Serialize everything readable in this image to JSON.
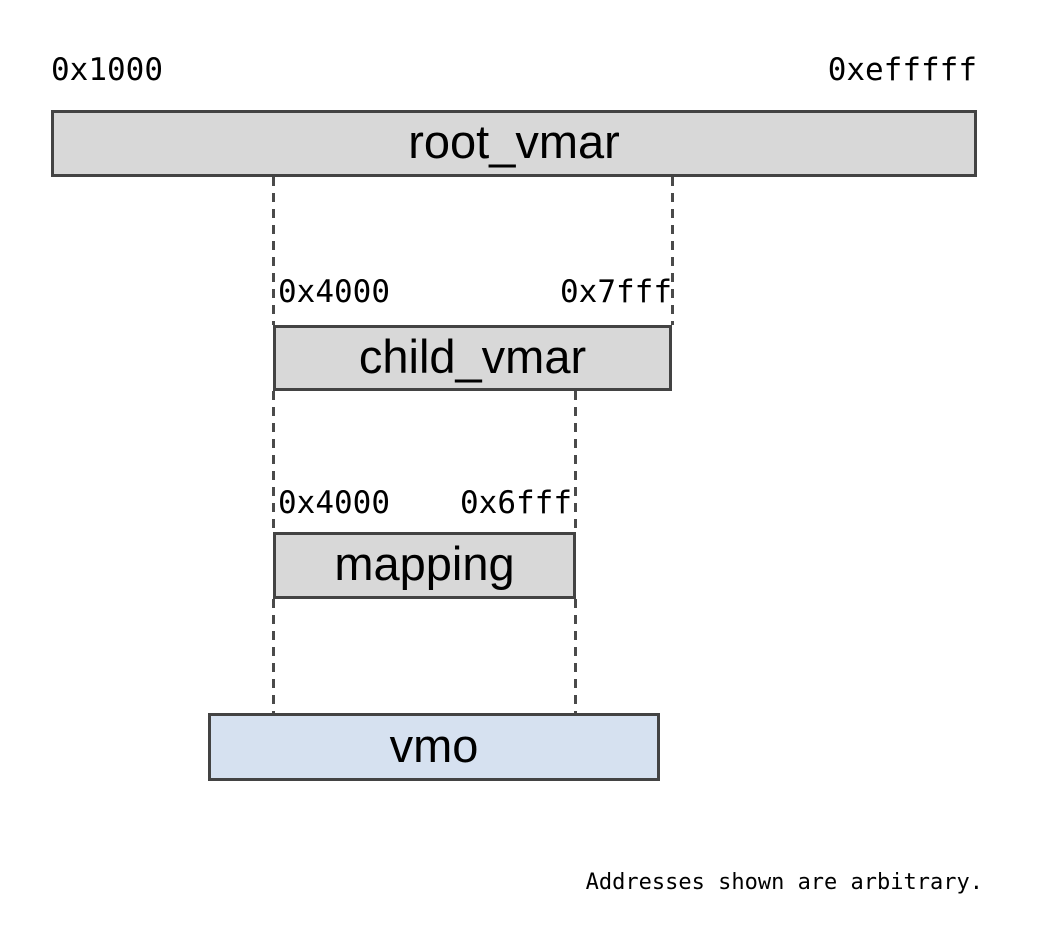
{
  "note": "Addresses shown are arbitrary.",
  "colors": {
    "region_fill": "#d8d8d8",
    "vmo_fill": "#d6e1f0",
    "border": "#434343",
    "dash_line": "#4a4a4a",
    "background": "#ffffff",
    "text": "#000000"
  },
  "regions": [
    {
      "name": "root_vmar",
      "label": "root_vmar",
      "start": "0x1000",
      "end": "0xefffff"
    },
    {
      "name": "child_vmar",
      "label": "child_vmar",
      "start": "0x4000",
      "end": "0x7fff"
    },
    {
      "name": "mapping",
      "label": "mapping",
      "start": "0x4000",
      "end": "0x6fff"
    },
    {
      "name": "vmo",
      "label": "vmo"
    }
  ]
}
